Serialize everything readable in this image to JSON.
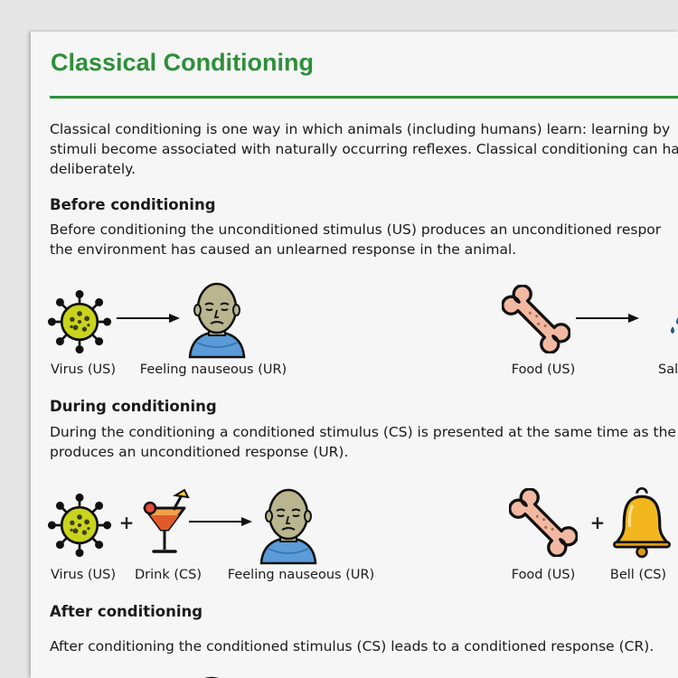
{
  "title": "Classical Conditioning",
  "intro": {
    "line1": "Classical conditioning is one way in which animals (including humans) learn: learning by",
    "line2": "stimuli become associated with naturally occurring reflexes. Classical conditioning can ha",
    "line3": "deliberately."
  },
  "before": {
    "heading": "Before conditioning",
    "line1": "Before conditioning the unconditioned stimulus (US) produces an unconditioned respor",
    "line2": "the environment has caused an unlearned response in the animal.",
    "captions": {
      "virus": "Virus (US)",
      "nausea": "Feeling nauseous (UR)",
      "food": "Food (US)",
      "saliva": "Salivat"
    }
  },
  "during": {
    "heading": "During conditioning",
    "line1": "During the conditioning a conditioned stimulus (CS) is presented at the same time as the",
    "line2": "produces an unconditioned response (UR).",
    "captions": {
      "virus": "Virus (US)",
      "drink": "Drink (CS)",
      "nausea": "Feeling nauseous (UR)",
      "food": "Food (US)",
      "bell": "Bell (CS)"
    }
  },
  "after": {
    "heading": "After conditioning",
    "line1": "After conditioning the conditioned stimulus (CS) leads to a conditioned response (CR)."
  },
  "symbols": {
    "plus": "+"
  },
  "colors": {
    "accent": "#2e8f3a",
    "virus": "#c8d41e",
    "bone": "#f2b9a2",
    "bell": "#f2b61f",
    "scarf": "#5a9bd8"
  },
  "icons": [
    "virus-icon",
    "nauseous-face-icon",
    "bone-icon",
    "dog-icon",
    "cocktail-icon",
    "bell-icon",
    "arrow-right-icon"
  ]
}
